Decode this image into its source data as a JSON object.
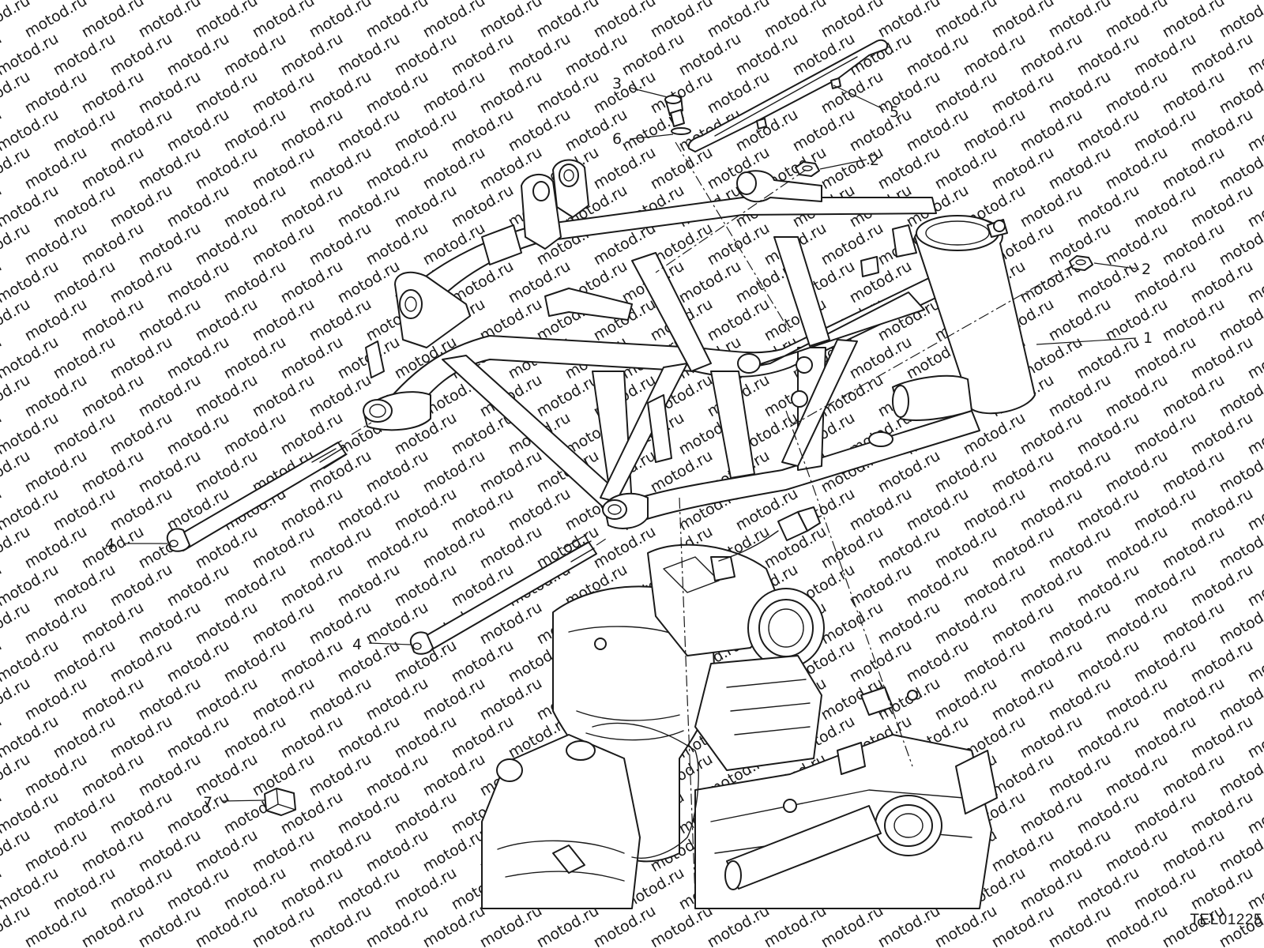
{
  "watermark": "motod.ru",
  "callouts": [
    {
      "id": "c3",
      "label": "3"
    },
    {
      "id": "c6",
      "label": "6"
    },
    {
      "id": "c5",
      "label": "5"
    },
    {
      "id": "c2a",
      "label": "2"
    },
    {
      "id": "c2b",
      "label": "2"
    },
    {
      "id": "c1",
      "label": "1"
    },
    {
      "id": "c4a",
      "label": "4"
    },
    {
      "id": "c4b",
      "label": "4"
    },
    {
      "id": "c7",
      "label": "7"
    }
  ],
  "drawing_code": "TEL01225"
}
